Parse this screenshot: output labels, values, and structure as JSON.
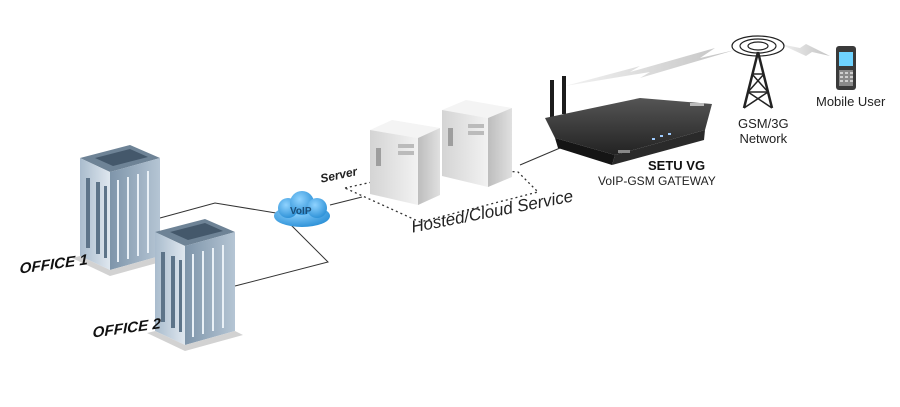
{
  "labels": {
    "office1": "OFFICE 1",
    "office2": "OFFICE 2",
    "voip": "VoIP",
    "server": "Server",
    "hosted_service": "Hosted/Cloud Service",
    "gateway_name": "SETU VG",
    "gateway_type": "VoIP-GSM GATEWAY",
    "gsm_network_line1": "GSM/3G",
    "gsm_network_line2": "Network",
    "mobile_user": "Mobile User"
  },
  "colors": {
    "building_light": "#c9d6e2",
    "building_mid": "#9fb3c5",
    "building_dark": "#5d7489",
    "cloud": "#3ea7e6",
    "server_body": "#e6e6e6",
    "gateway_body": "#2f2f2f",
    "link_line": "#333333"
  }
}
